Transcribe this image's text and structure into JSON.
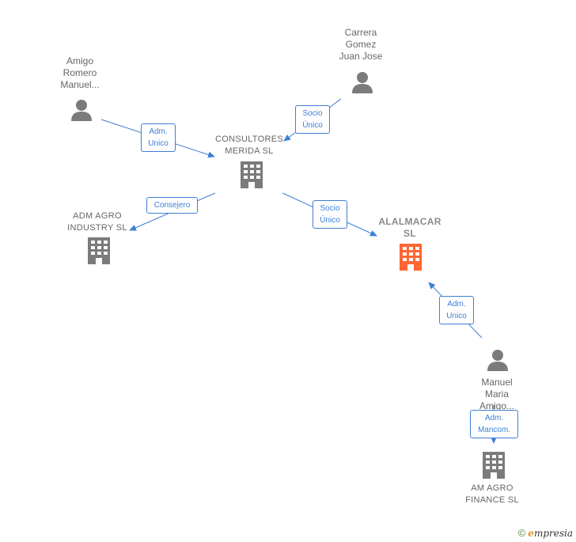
{
  "colors": {
    "edge": "#3d7fd6",
    "node": "#7b7b7b",
    "highlight": "#ff6633"
  },
  "nodes": {
    "amigo_romero": {
      "label": "Amigo\nRomero\nManuel...",
      "icon": "person-icon"
    },
    "carrera_gomez": {
      "label": "Carrera\nGomez\nJuan Jose",
      "icon": "person-icon"
    },
    "consultores_merida": {
      "label": "CONSULTORES\nMERIDA  SL",
      "icon": "building-icon"
    },
    "adm_agro_industry": {
      "label": "ADM AGRO\nINDUSTRY  SL",
      "icon": "building-icon"
    },
    "alalmacar": {
      "label": "ALALMACAR\nSL",
      "icon": "building-icon"
    },
    "manuel_maria_amigo": {
      "label": "Manuel\nMaria\nAmigo...",
      "icon": "person-icon"
    },
    "am_agro_finance": {
      "label": "AM AGRO\nFINANCE  SL",
      "icon": "building-icon"
    }
  },
  "edges": {
    "amigo_to_consultores": "Adm.\nUnico",
    "carrera_to_consultores": "Socio\nÚnico",
    "consultores_to_adm_agro": "Consejero",
    "consultores_to_alalmacar": "Socio\nÚnico",
    "manuel_to_alalmacar": "Adm.\nUnico",
    "manuel_to_am_agro": "Adm.\nMancom."
  },
  "credit": {
    "copyright": "©",
    "brand_initial": "e",
    "brand_rest": "mpresia"
  }
}
